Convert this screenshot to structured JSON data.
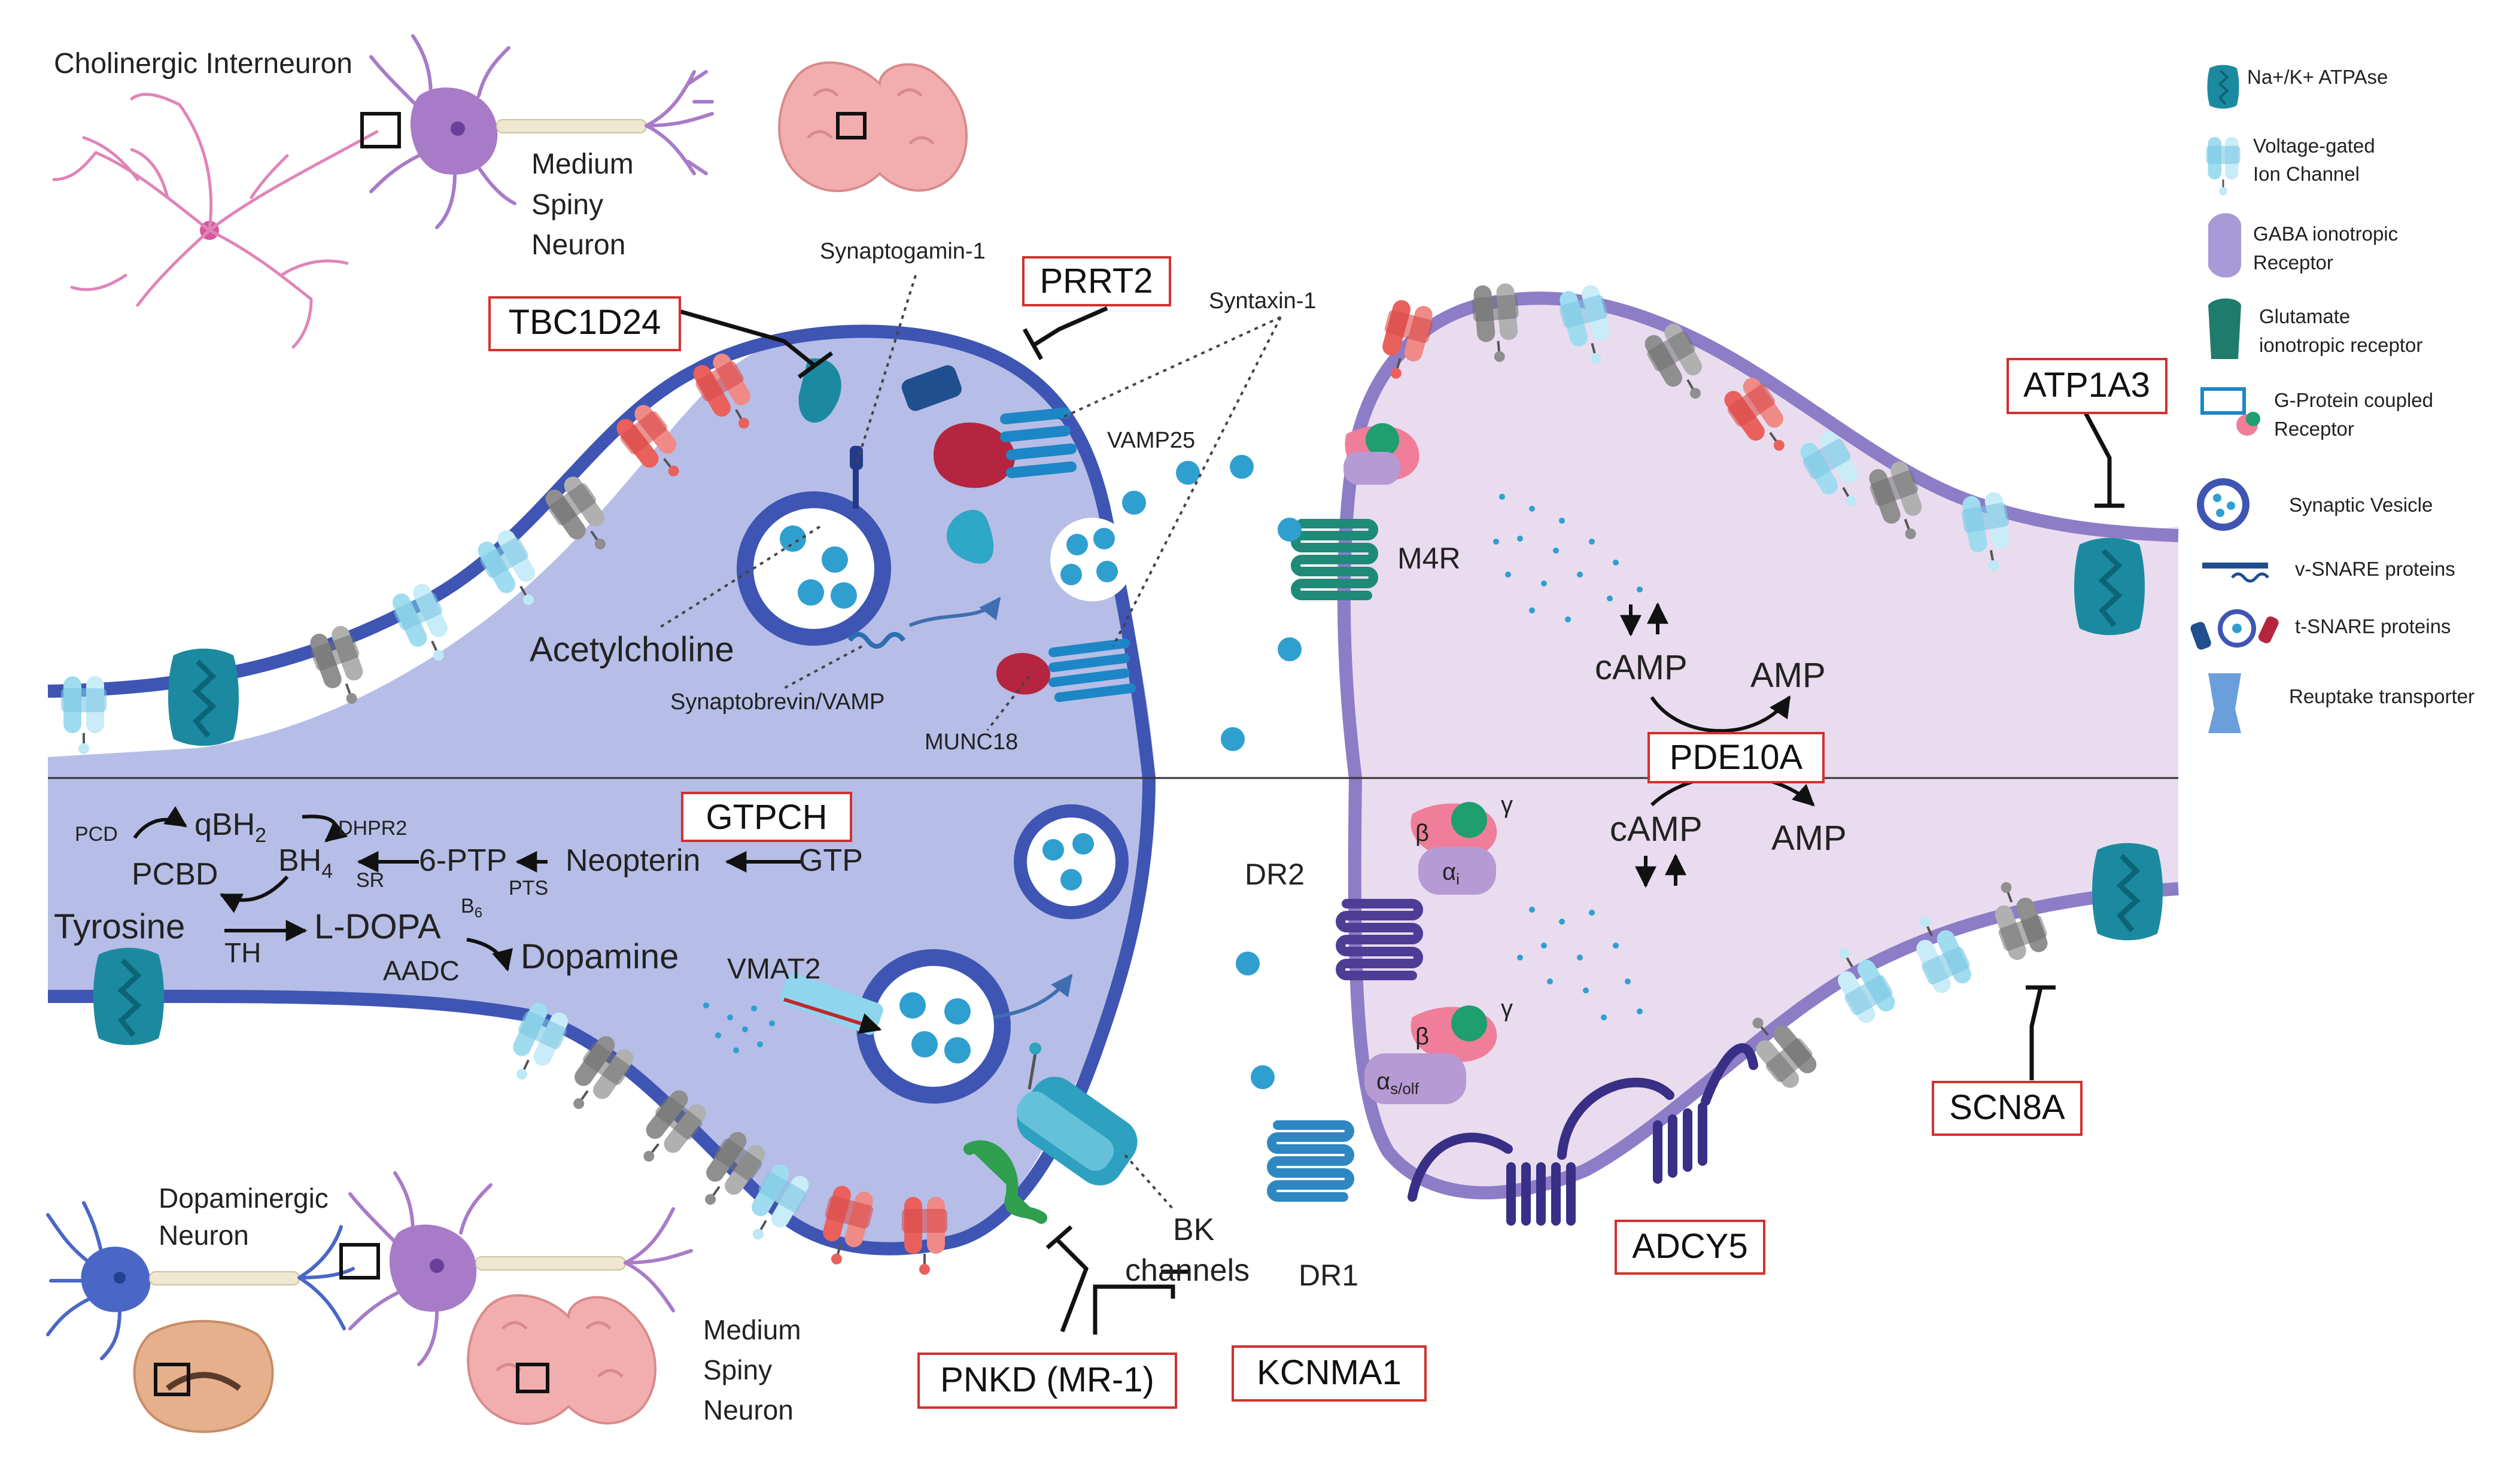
{
  "neurons": {
    "cholinergic_interneuron": "Cholinergic Interneuron",
    "msn_top": [
      "Medium",
      "Spiny",
      "Neuron"
    ],
    "dopaminergic_neuron": [
      "Dopaminergic",
      "Neuron"
    ],
    "msn_bottom": [
      "Medium",
      "Spiny",
      "Neuron"
    ]
  },
  "cholinergic_synapse": {
    "synaptogamin": "Synaptogamin-1",
    "syntaxin": "Syntaxin-1",
    "vamp25": "VAMP25",
    "acetylcholine": "Acetylcholine",
    "synaptobrevin": "Synaptobrevin/VAMP",
    "munc18": "MUNC18",
    "m4r": "M4R",
    "camp": "cAMP",
    "amp": "AMP"
  },
  "dopaminergic_synapse": {
    "qbh2": "qBH",
    "qbh2_sub": "2",
    "pcd": "PCD",
    "dhpr2": "DHPR2",
    "pcbd": "PCBD",
    "bh4": "BH",
    "bh4_sub": "4",
    "sr": "SR",
    "ptp": "6-PTP",
    "pts": "PTS",
    "neopterin": "Neopterin",
    "gtp": "GTP",
    "tyrosine": "Tyrosine",
    "th": "TH",
    "ldopa": "L-DOPA",
    "b6": "B",
    "b6_sub": "6",
    "aadc": "AADC",
    "dopamine": "Dopamine",
    "vmat2": "VMAT2",
    "dr2": "DR2",
    "dr1": "DR1",
    "camp": "cAMP",
    "amp": "AMP",
    "bk_channels": [
      "BK",
      "channels"
    ],
    "gamma": "γ",
    "beta": "β",
    "alpha": "α",
    "alpha_i_sub": "i",
    "alpha_s_sub": "s/olf"
  },
  "genes": {
    "tbc1d24": "TBC1D24",
    "prrt2": "PRRT2",
    "atp1a3": "ATP1A3",
    "pde10a": "PDE10A",
    "gtpch": "GTPCH",
    "scn8a": "SCN8A",
    "adcy5": "ADCY5",
    "pnkd": "PNKD (MR-1)",
    "kcnma1": "KCNMA1"
  },
  "legend": [
    {
      "line1": "Na+/K+ ATPAse",
      "line2": ""
    },
    {
      "line1": "Voltage-gated",
      "line2": "Ion Channel"
    },
    {
      "line1": "GABA ionotropic",
      "line2": "Receptor"
    },
    {
      "line1": "Glutamate",
      "line2": "ionotropic receptor"
    },
    {
      "line1": "G-Protein coupled",
      "line2": "Receptor"
    },
    {
      "line1": "Synaptic Vesicle",
      "line2": ""
    },
    {
      "line1": "v-SNARE proteins",
      "line2": ""
    },
    {
      "line1": "t-SNARE proteins",
      "line2": ""
    },
    {
      "line1": "Reuptake transporter",
      "line2": ""
    }
  ],
  "colors": {
    "presynaptic_fill": "#b6bde6",
    "presynaptic_membrane": "#3f55b3",
    "postsynaptic_fill": "#e9dcef",
    "postsynaptic_membrane": "#8d7cc6",
    "vesicle": "#2f9fd0",
    "gene_box": "#d32f2f",
    "red_channel": "#e9605d",
    "grey_channel": "#8f8f8f",
    "light_blue_channel": "#9fdcf0",
    "teal_atpase": "#1b8aa0",
    "gpcr": "#3a3f8f",
    "pink_dendrite": "#e084b8",
    "purple_neuron": "#a87bc8",
    "blue_neuron": "#4a67c6",
    "brain_pink": "#f2aeae",
    "brainstem": "#e6b08d"
  }
}
